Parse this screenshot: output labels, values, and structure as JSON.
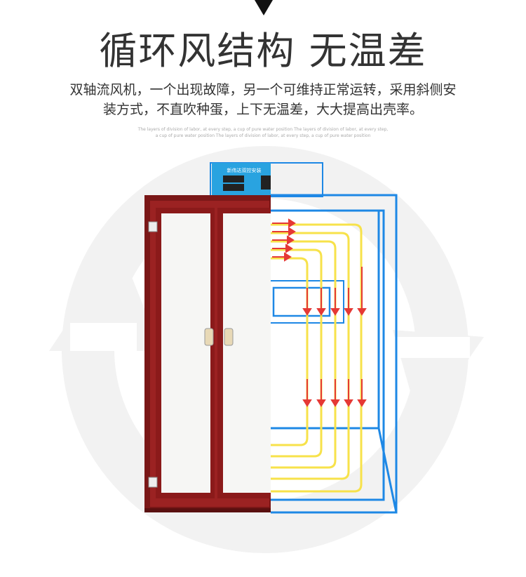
{
  "header": {
    "title": "循环风结构 无温差",
    "description_line1": "双轴流风机，一个出现故障，另一个可维持正常运转，采用斜侧安",
    "description_line2": "装方式，不直吹种蛋，上下无温差，大大提高出壳率。",
    "fine_print_line1": "The layers of division of labor, at every step, a cup of pure water position The layers of division of labor, at every step,",
    "fine_print_line2": "a cup of pure water position The layers of division of labor, at every step, a cup of pure water position"
  },
  "control_panel": {
    "label": "新伟达双控安装"
  },
  "colors": {
    "frame_red": "#8b1a1a",
    "door_white": "#f6f6f4",
    "outline_blue": "#1e88e5",
    "airflow_yellow": "#f7e24a",
    "airflow_red": "#e53935",
    "bg_circle": "#f1f1f1"
  }
}
